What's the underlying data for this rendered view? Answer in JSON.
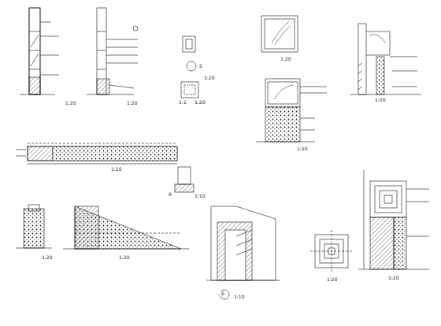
{
  "diagram": {
    "labels": [
      "1:20",
      "1:20",
      "①",
      "1:20",
      "1-1",
      "1:20",
      "1:20",
      "1:20",
      "1:20",
      "1:20",
      "③",
      "1:10",
      "1:20",
      "1:20",
      "②",
      "1:10",
      "1:20",
      "1:20"
    ]
  }
}
